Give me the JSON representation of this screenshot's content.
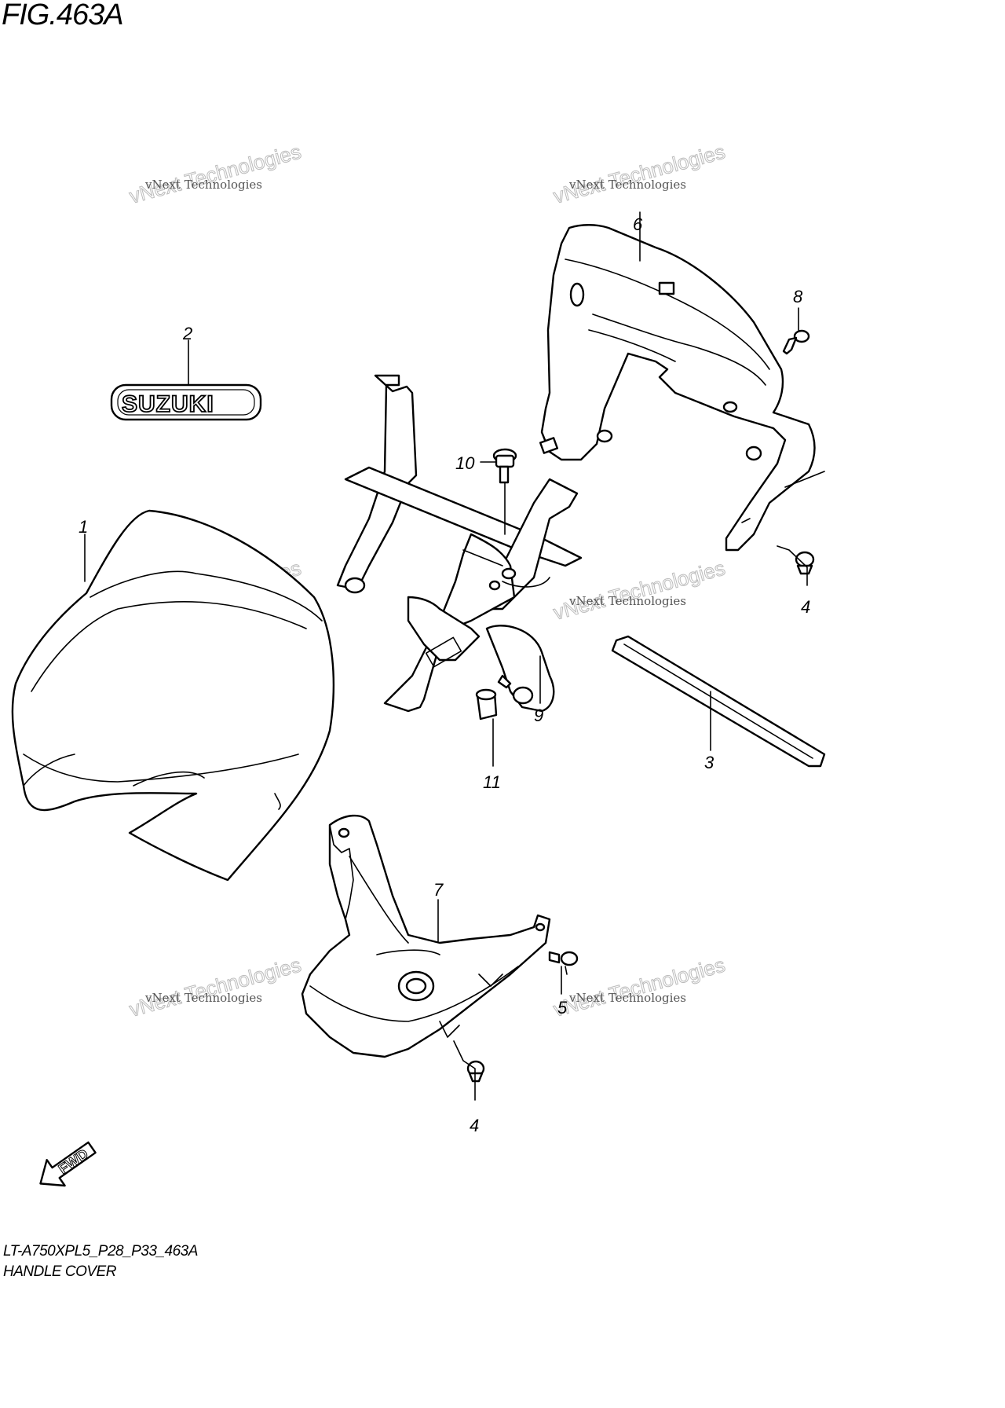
{
  "figure": {
    "title": "FIG.463A",
    "model_code": "LT-A750XPL5_P28_P33_463A",
    "caption": "HANDLE COVER"
  },
  "parts": [
    {
      "ref": "1"
    },
    {
      "ref": "2"
    },
    {
      "ref": "3"
    },
    {
      "ref": "4"
    },
    {
      "ref": "4"
    },
    {
      "ref": "5"
    },
    {
      "ref": "6"
    },
    {
      "ref": "7"
    },
    {
      "ref": "8"
    },
    {
      "ref": "9"
    },
    {
      "ref": "10"
    },
    {
      "ref": "11"
    }
  ],
  "logo_text": "SUZUKI",
  "direction_arrow": "FWD",
  "watermark": {
    "line1": "vNext Technologies",
    "line2": "vNext Technologies"
  }
}
